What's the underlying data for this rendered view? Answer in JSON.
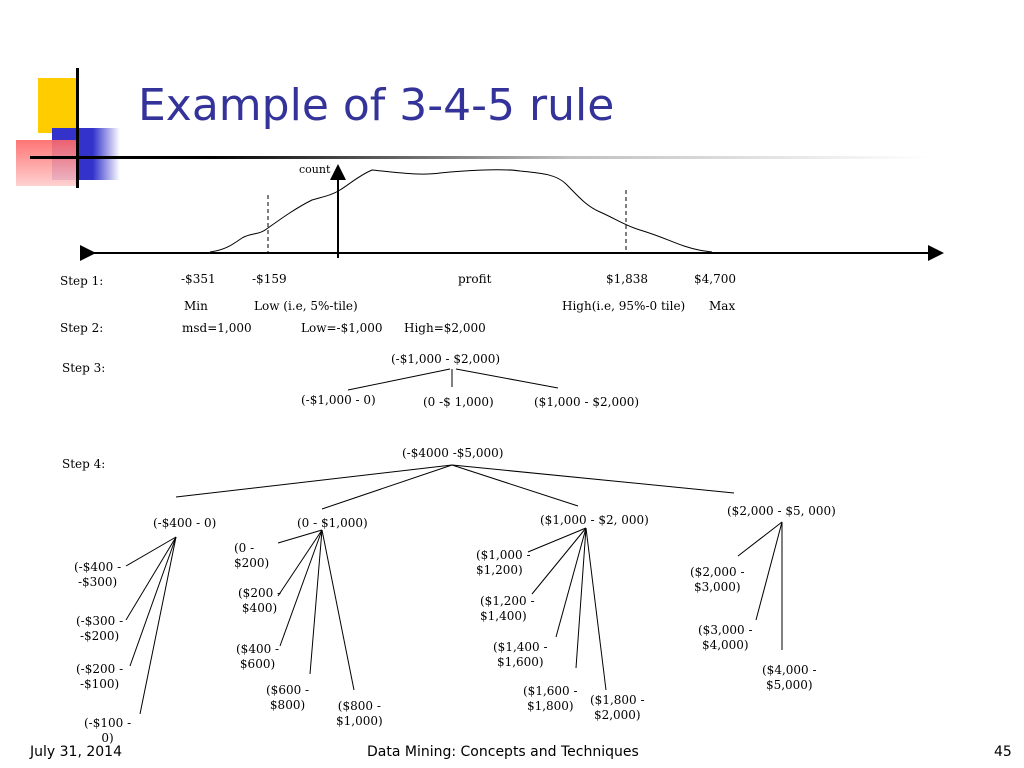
{
  "slide": {
    "title": "Example of 3-4-5 rule",
    "colors": {
      "title": "#333399",
      "yellow": "#ffcc00",
      "blue": "#3333cc",
      "red": "#ff6666"
    }
  },
  "plot": {
    "y_axis_label": "count",
    "x_axis_label": "profit"
  },
  "step1": {
    "label": "Step 1:",
    "values": [
      "-$351",
      "-$159",
      "$1,838",
      "$4,700"
    ],
    "names": [
      "Min",
      "Low (i.e, 5%-tile)",
      "High(i.e, 95%-0 tile)",
      "Max"
    ]
  },
  "step2": {
    "label": "Step 2:",
    "msd": "msd=1,000",
    "low": "Low=-$1,000",
    "high": "High=$2,000"
  },
  "step3": {
    "label": "Step 3:",
    "root": "(-$1,000  - $2,000)",
    "children": [
      "(-$1,000 - 0)",
      "(0 -$ 1,000)",
      "($1,000 - $2,000)"
    ]
  },
  "step4": {
    "label": "Step 4:",
    "root": "(-$4000 -$5,000)",
    "groups": [
      {
        "label": "(-$400 - 0)",
        "children": [
          "(-$400 -\n-$300)",
          "(-$300 -\n-$200)",
          "(-$200 -\n-$100)",
          "(-$100 -\n0)"
        ]
      },
      {
        "label": "(0 - $1,000)",
        "children": [
          "(0 -\n$200)",
          "($200 -\n$400)",
          "($400 -\n$600)",
          "($600 -\n$800)",
          "($800 -\n$1,000)"
        ]
      },
      {
        "label": "($1,000 - $2, 000)",
        "children": [
          "($1,000 -\n$1,200)",
          "($1,200 -\n$1,400)",
          "($1,400 -\n$1,600)",
          "($1,600 -\n$1,800)",
          "($1,800 -\n$2,000)"
        ]
      },
      {
        "label": "($2,000 - $5, 000)",
        "children": [
          "($2,000 -\n$3,000)",
          "($3,000 -\n$4,000)",
          "($4,000 -\n$5,000)"
        ]
      }
    ]
  },
  "footer": {
    "date": "July 31, 2014",
    "course": "Data Mining: Concepts and Techniques",
    "page": "45"
  }
}
